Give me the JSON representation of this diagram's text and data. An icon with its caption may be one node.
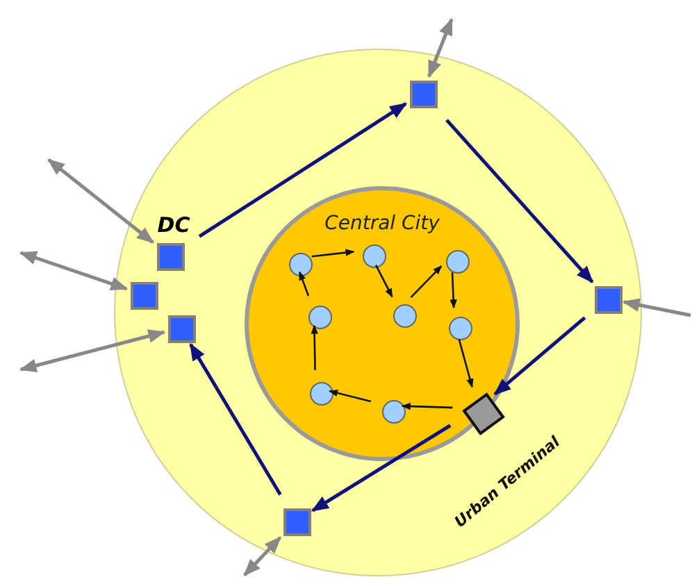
{
  "diagram": {
    "nodes": [
      {
        "text": [],
        "shape": "circle"
      },
      {
        "text": [],
        "shape": "box",
        "in": 0
      },
      {
        "text": [],
        "shape": "box",
        "in": 0
      },
      {
        "text": [],
        "shape": "box",
        "in": 0
      },
      {
        "text": [],
        "shape": "box",
        "in": 0
      },
      {
        "text": [
          "Central City"
        ],
        "in": 0
      },
      {
        "text": [],
        "shape": "circle",
        "in": 5
      },
      {
        "text": [],
        "shape": "circle",
        "in": 5
      },
      {
        "text": [],
        "shape": "circle",
        "in": 5
      },
      {
        "text": [],
        "shape": "circle",
        "in": 5
      },
      {
        "text": [],
        "shape": "circle",
        "in": 5
      },
      {
        "text": [],
        "shape": "circle",
        "in": 5
      },
      {
        "text": [],
        "shape": "circle",
        "in": 5
      },
      {
        "text": [],
        "shape": "circle",
        "in": 5
      },
      {
        "text": [],
        "shape": "box",
        "beside": [
          "Urban Terminal"
        ],
        "in": 5
      },
      {
        "text": [],
        "shape": "box",
        "in": 0
      },
      {
        "text": [],
        "shape": "box",
        "in": 0
      }
    ],
    "edges": [
      {
        "from": 6,
        "to": 7,
        "arrow": "to"
      },
      {
        "from": 7,
        "to": 10,
        "arrow": "to"
      },
      {
        "from": 10,
        "to": 8,
        "arrow": "to"
      },
      {
        "from": 8,
        "to": 11,
        "arrow": "to"
      },
      {
        "from": 11,
        "to": 14,
        "arrow": "to"
      },
      {
        "from": 14,
        "to": 13,
        "arrow": "to"
      },
      {
        "from": 13,
        "to": 12,
        "arrow": "to"
      },
      {
        "from": 12,
        "to": 9,
        "arrow": "to"
      },
      {
        "from": 9,
        "to": 6,
        "arrow": "to"
      },
      {
        "from": 2,
        "to": 1,
        "arrow": "to",
        "color": "#10107a"
      },
      {
        "from": 1,
        "to": 15,
        "arrow": "to",
        "color": "#10107a"
      },
      {
        "from": 15,
        "to": 14,
        "arrow": "to",
        "color": "#10107a"
      },
      {
        "from": 14,
        "to": 16,
        "arrow": "to",
        "color": "#10107a"
      },
      {
        "from": 16,
        "to": 4,
        "arrow": "to",
        "color": "#10107a"
      },
      {
        "from": null,
        "to": 2,
        "arrow": "both",
        "color": "#888888"
      },
      {
        "from": null,
        "to": 3,
        "arrow": "both",
        "color": "#888888"
      },
      {
        "from": null,
        "to": 4,
        "arrow": "both",
        "color": "#888888"
      },
      {
        "from": null,
        "to": 1,
        "arrow": "both",
        "color": "#888888"
      },
      {
        "from": null,
        "to": 15,
        "arrow": "to",
        "color": "#888888"
      },
      {
        "from": null,
        "to": 16,
        "arrow": "both",
        "color": "#888888"
      }
    ],
    "labels": [
      "DC"
    ]
  }
}
